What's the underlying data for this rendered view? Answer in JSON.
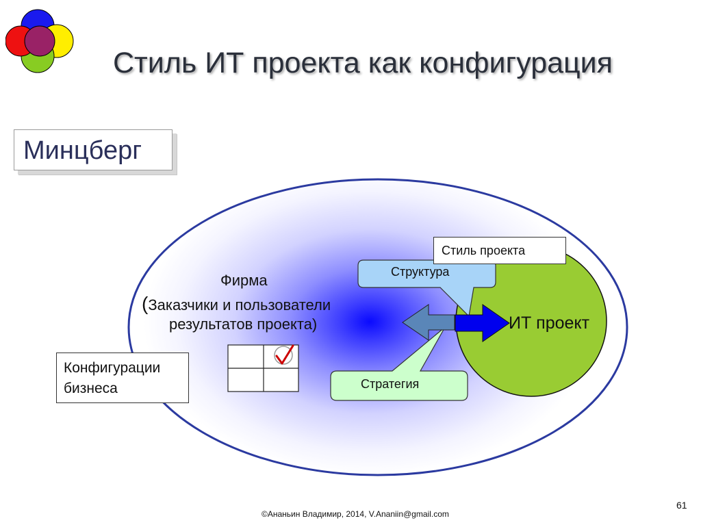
{
  "title": "Стиль ИТ проекта как конфигурация",
  "author_box": "Минцберг",
  "diagram": {
    "firm_title": "Фирма",
    "firm_line1_paren": "(",
    "firm_line1_text": "Заказчики и пользователи",
    "firm_line2": "результатов проекта)",
    "config_line1": "Конфигурации",
    "config_line2": "бизнеса",
    "style_label": "Стиль проекта",
    "structure_label": "Структура",
    "strategy_label": "Стратегия",
    "it_project_label": "ИТ проект"
  },
  "colors": {
    "ellipse_outline": "#2b3aa0",
    "ellipse_glow": "#1a1aff",
    "it_circle": "#99cc33",
    "structure_callout": "#a8d4f8",
    "strategy_callout": "#ccffcc",
    "arrow_blue": "#0000ee",
    "arrow_steel": "#5a86b8",
    "check_red": "#cc0000"
  },
  "footer": "©Ананьин Владимир, 2014, V.Ananiin@gmail.com",
  "page_number": "61"
}
